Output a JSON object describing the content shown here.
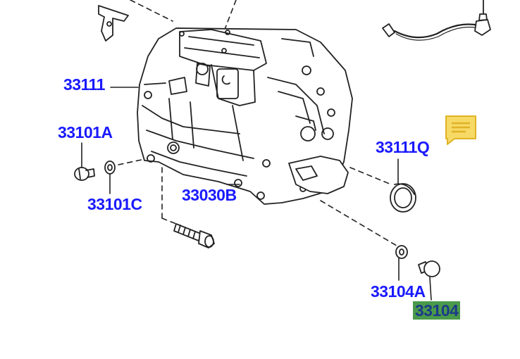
{
  "labels": {
    "p33111": "33111",
    "p33101A": "33101A",
    "p33101C": "33101C",
    "p33030B": "33030B",
    "p33111Q": "33111Q",
    "p33104A": "33104A",
    "p33104": "33104"
  },
  "colors": {
    "label": "#1a1aff",
    "highlight_bg": "#4a9a4a",
    "highlight_text": "#1c3a8a",
    "note_fill": "#f7d966",
    "note_stroke": "#e0b325",
    "line": "#222222"
  },
  "icons": {
    "note": "comment-note-icon"
  }
}
